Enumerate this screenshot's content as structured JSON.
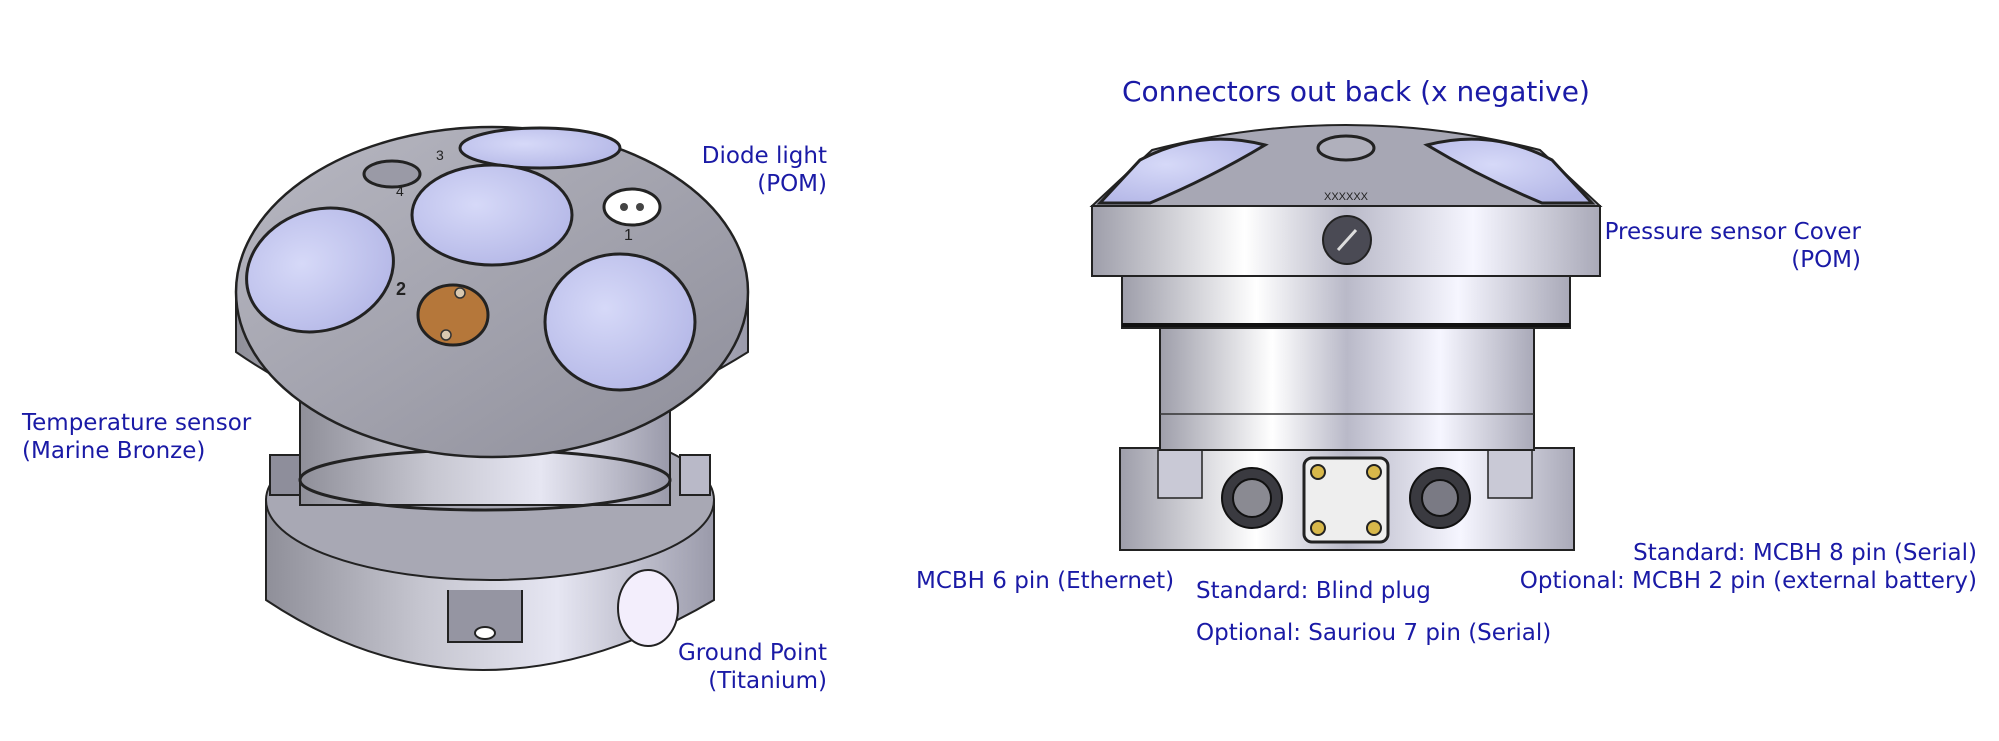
{
  "title": "Connectors out back (x negative)",
  "labels": {
    "diode_light": [
      "Diode light",
      "(POM)"
    ],
    "temperature_sensor": [
      "Temperature sensor",
      "(Marine Bronze)"
    ],
    "ground_point": [
      "Ground Point",
      "(Titanium)"
    ],
    "pressure_sensor": [
      "Pressure sensor Cover",
      "(POM)"
    ],
    "mcbh6": [
      "MCBH 6 pin (Ethernet)"
    ],
    "blind_plug": [
      "Standard: Blind plug",
      "Optional: Sauriou 7 pin (Serial)"
    ],
    "mcbh8": [
      "Standard: MCBH 8 pin (Serial)",
      "Optional: MCBH 2 pin (external battery)"
    ]
  },
  "markings": {
    "port_1": "1",
    "port_2": "2",
    "port_3": "3",
    "port_4": "4",
    "serial_mark": "XXXXXX"
  },
  "colors": {
    "label": "#1a1aa6",
    "window": "#c3c6f0",
    "bronze": "#b5773a",
    "metal_light": "#f2f2fa",
    "metal_dark": "#8a8a96"
  }
}
